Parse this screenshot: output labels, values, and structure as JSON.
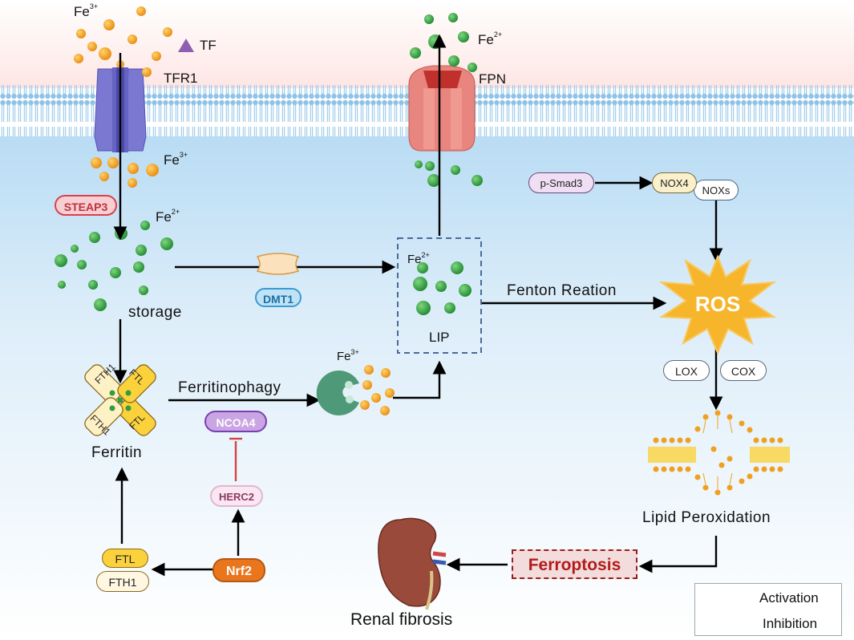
{
  "labels": {
    "fe3_top": "Fe",
    "fe3_top_sup": "3+",
    "tf": "TF",
    "tfr1": "TFR1",
    "fe2_top": "Fe",
    "fe2_top_sup": "2+",
    "fpn": "FPN",
    "fe3_mid": "Fe",
    "fe3_mid_sup": "3+",
    "fe2_mid": "Fe",
    "fe2_mid_sup": "2+",
    "storage": "storage",
    "fe2_lip": "Fe",
    "fe2_lip_sup": "2+",
    "lip": "LIP",
    "fenton": "Fenton Reation",
    "fe3_lower": "Fe",
    "fe3_lower_sup": "3+",
    "ferritinophagy": "Ferritinophagy",
    "ferritin": "Ferritin",
    "lipid_peroxidation": "Lipid Peroxidation",
    "renal_fibrosis": "Renal fibrosis",
    "ros": "ROS",
    "ferroptosis": "Ferroptosis"
  },
  "ferritin_units": {
    "top_left": "FTH1",
    "top_right": "FTL",
    "bottom_left": "FTH1",
    "bottom_right": "FTL"
  },
  "nodes": {
    "steap3": "STEAP3",
    "dmt1": "DMT1",
    "ncoa4": "NCOA4",
    "herc2": "HERC2",
    "nrf2": "Nrf2",
    "p_smad3": "p-Smad3",
    "nox4": "NOX4",
    "noxs": "NOXs",
    "lox": "LOX",
    "cox": "COX",
    "ftl": "FTL",
    "fth1": "FTH1"
  },
  "legend": {
    "activation": "Activation",
    "inhibition": "Inhibition"
  },
  "colors": {
    "fe3_ion": "#f0a020",
    "fe2_ion": "#2e9e3e",
    "activation_arrow": "#000000",
    "inhibition_arrow": "#d24545",
    "membrane_head": "#8fc3e6",
    "cytoplasm": "#cfe6f7",
    "tfr1_channel": "#6a67c4",
    "fpn_channel": "#e0736b",
    "ros_star": "#f7b52c",
    "ferroptosis": "#b31b1b"
  },
  "icons": [
    "tf-triangle-icon",
    "tfr1-channel-icon",
    "fpn-channel-icon",
    "dmt1-transporter-icon",
    "autophagosome-icon",
    "ros-star-icon",
    "lipid-bilayer-icon",
    "kidney-icon",
    "ferritin-complex-icon"
  ]
}
